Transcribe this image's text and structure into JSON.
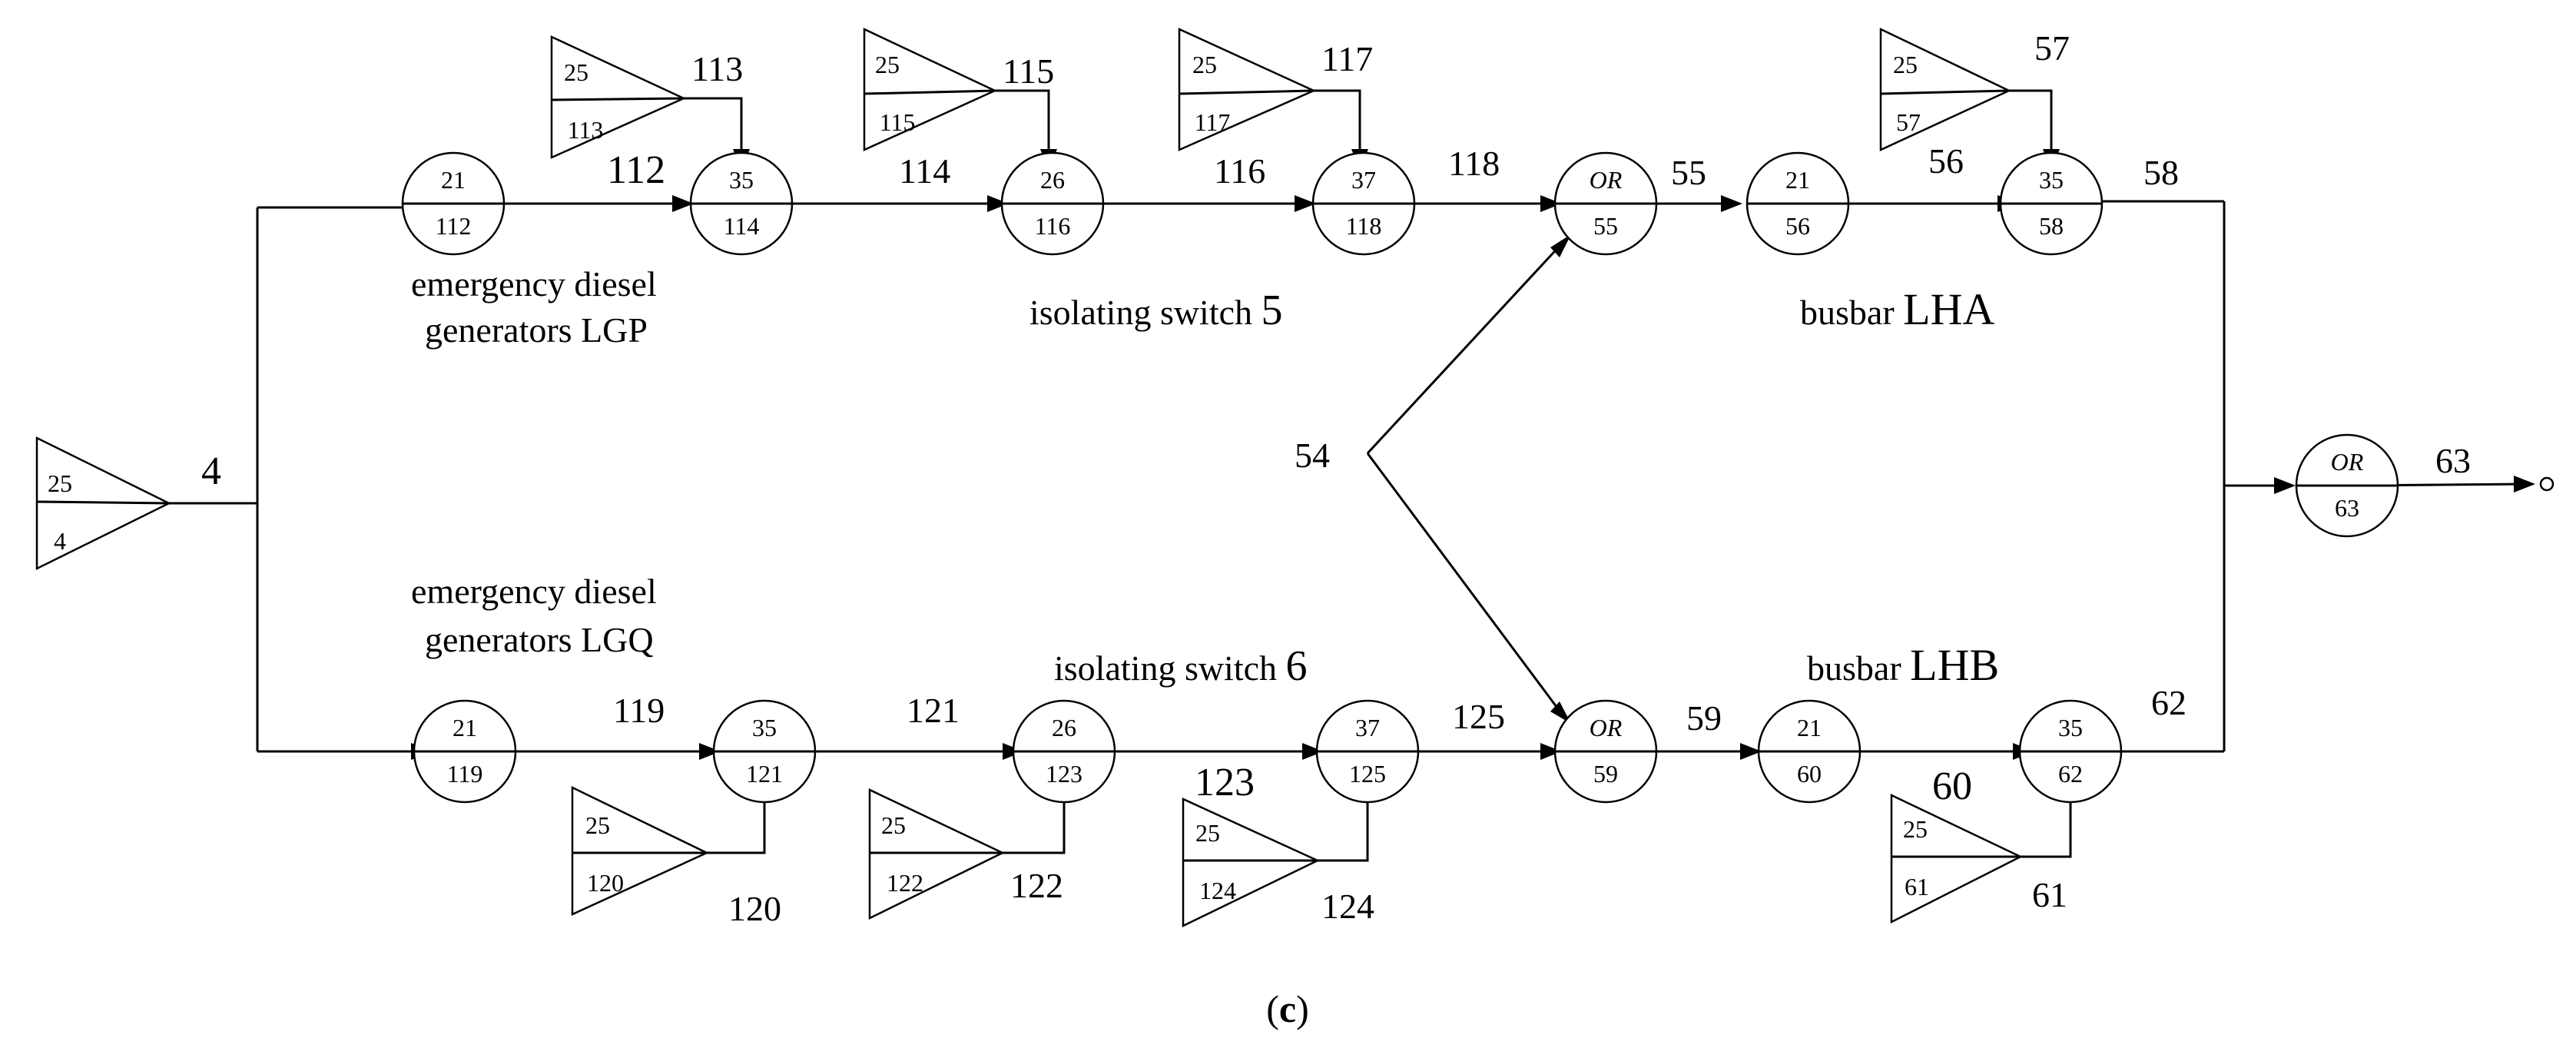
{
  "caption": {
    "pre": "(",
    "letter": "c",
    "post": ")"
  },
  "gates": {
    "g112": {
      "top": "21",
      "bottom": "112"
    },
    "g114": {
      "top": "35",
      "bottom": "114"
    },
    "g116": {
      "top": "26",
      "bottom": "116"
    },
    "g118": {
      "top": "37",
      "bottom": "118"
    },
    "g55": {
      "top": "OR",
      "bottom": "55"
    },
    "g56": {
      "top": "21",
      "bottom": "56"
    },
    "g58": {
      "top": "35",
      "bottom": "58"
    },
    "g119": {
      "top": "21",
      "bottom": "119"
    },
    "g121": {
      "top": "35",
      "bottom": "121"
    },
    "g123": {
      "top": "26",
      "bottom": "123"
    },
    "g125": {
      "top": "37",
      "bottom": "125"
    },
    "g59": {
      "top": "OR",
      "bottom": "59"
    },
    "g60": {
      "top": "21",
      "bottom": "60"
    },
    "g62": {
      "top": "35",
      "bottom": "62"
    },
    "g63": {
      "top": "OR",
      "bottom": "63"
    }
  },
  "events": {
    "e4": {
      "top": "25",
      "bottom": "4"
    },
    "e113": {
      "top": "25",
      "bottom": "113"
    },
    "e115": {
      "top": "25",
      "bottom": "115"
    },
    "e117": {
      "top": "25",
      "bottom": "117"
    },
    "e57": {
      "top": "25",
      "bottom": "57"
    },
    "e120": {
      "top": "25",
      "bottom": "120"
    },
    "e122": {
      "top": "25",
      "bottom": "122"
    },
    "e124": {
      "top": "25",
      "bottom": "124"
    },
    "e61": {
      "top": "25",
      "bottom": "61"
    }
  },
  "edge_labels": {
    "n4": "4",
    "n112": "112",
    "n113": "113",
    "n114": "114",
    "n115": "115",
    "n116": "116",
    "n117": "117",
    "n118": "118",
    "n55": "55",
    "n56": "56",
    "n57": "57",
    "n58": "58",
    "n54": "54",
    "n63": "63",
    "n119": "119",
    "n120": "120",
    "n121": "121",
    "n122": "122",
    "n123": "123",
    "n124": "124",
    "n125": "125",
    "n59": "59",
    "n60": "60",
    "n61": "61",
    "n62": "62"
  },
  "components": {
    "lgp_line1": "emergency diesel",
    "lgp_line2": "generators LGP",
    "lgq_line1": "emergency diesel",
    "lgq_line2": "generators LGQ",
    "switch5_text": "isolating switch ",
    "switch5_num": "5",
    "switch6_text": "isolating switch ",
    "switch6_num": "6",
    "lha_text": "busbar ",
    "lha_name": "LHA",
    "lhb_text": "busbar ",
    "lhb_name": "LHB"
  }
}
